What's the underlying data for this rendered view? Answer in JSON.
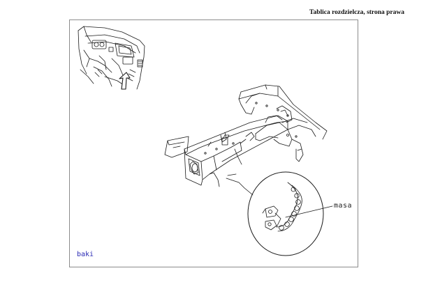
{
  "page": {
    "title": "Tablica rozdzielcza, strona prawa"
  },
  "figure": {
    "caption": "baki",
    "callout_label": "masa",
    "icons": [
      "dashboard-locator-illustration",
      "chassis-frame-illustration",
      "ground-connector-detail"
    ],
    "colors": {
      "line": "#1a1a1a",
      "frame": "#8c8c8c",
      "caption": "#2b2bb5"
    }
  }
}
